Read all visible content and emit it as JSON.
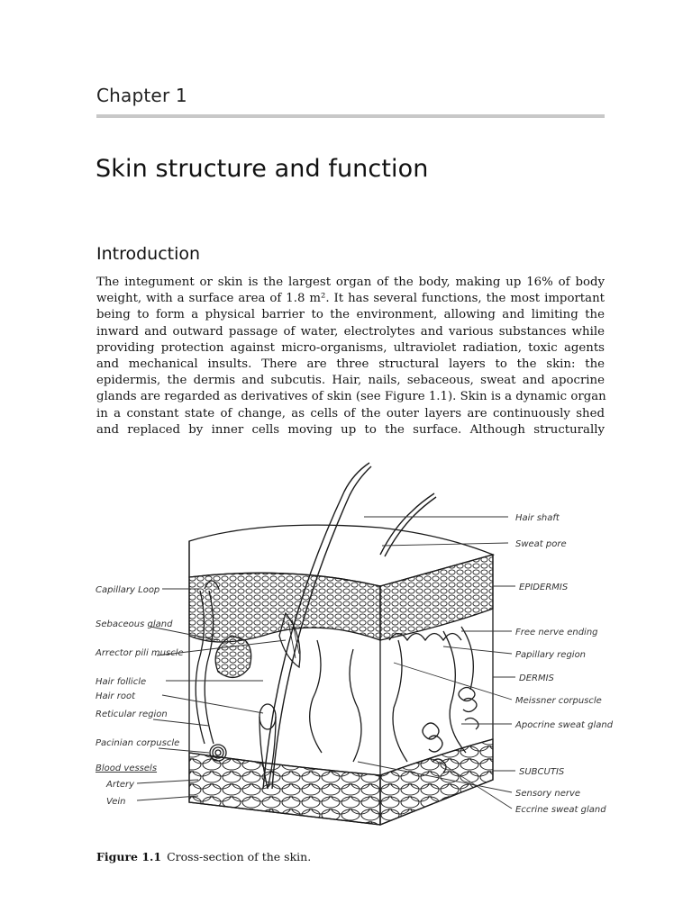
{
  "chapter": {
    "label": "Chapter 1"
  },
  "title": "Skin structure and function",
  "section": {
    "heading": "Introduction"
  },
  "paragraph": {
    "lines": [
      "The integument or skin is the largest organ of the body, making up 16% of body",
      "weight, with a surface area of 1.8 m². It has several functions, the most important",
      "being to form a physical barrier to the environment, allowing and limiting the",
      "inward and outward passage of water, electrolytes and various substances while",
      "providing protection against micro-organisms, ultraviolet radiation, toxic agents",
      "and mechanical insults. There are three structural layers to the skin: the",
      "epidermis, the dermis and subcutis. Hair, nails, sebaceous, sweat and apocrine",
      "glands are regarded as derivatives of skin (see Figure 1.1). Skin is a dynamic organ",
      "in a constant state of change, as cells of the outer layers are continuously shed",
      "and replaced by inner cells moving up to the surface. Although structurally"
    ]
  },
  "figure": {
    "left_labels": [
      "Capillary Loop",
      "Sebaceous gland",
      "Arrector pili muscle",
      "Hair follicle",
      "Hair root",
      "Reticular region",
      "Pacinian corpuscle",
      "Blood vessels",
      "Artery",
      "Vein"
    ],
    "right_labels": [
      "Hair shaft",
      "Sweat pore",
      "EPIDERMIS",
      "Free nerve ending",
      "Papillary region",
      "DERMIS",
      "Meissner corpuscle",
      "Apocrine sweat gland",
      "SUBCUTIS",
      "Sensory nerve",
      "Eccrine sweat gland"
    ],
    "caption_number": "Figure 1.1",
    "caption_text": "Cross-section of the skin."
  }
}
